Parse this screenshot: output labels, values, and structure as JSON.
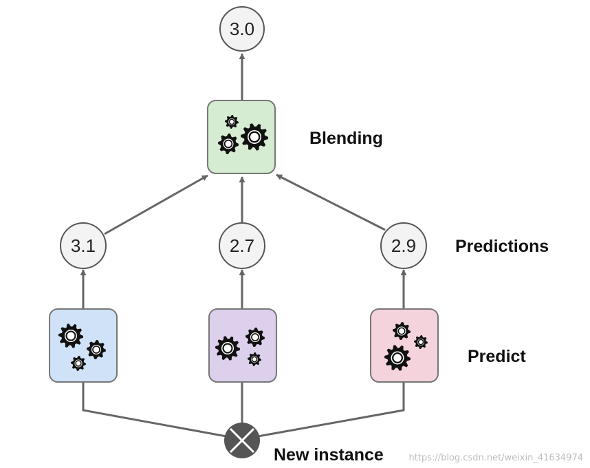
{
  "output": {
    "value": "3.0"
  },
  "blender": {
    "color": "#d6ecd2"
  },
  "predictions": [
    {
      "value": "3.1"
    },
    {
      "value": "2.7"
    },
    {
      "value": "2.9"
    }
  ],
  "predictors": [
    {
      "color": "#cfe2f8"
    },
    {
      "color": "#ddd0ec"
    },
    {
      "color": "#f5d3dc"
    }
  ],
  "labels": {
    "blending": "Blending",
    "predictions": "Predictions",
    "predict": "Predict",
    "new_instance": "New instance"
  },
  "watermark": "https://blog.csdn.net/weixin_41634974",
  "colors": {
    "edge": "#666666",
    "circle_fill": "#f3f3f3",
    "circle_stroke": "#555555",
    "box_stroke": "#777777",
    "gear": "#111111",
    "input_node": "#555555"
  },
  "icons": {
    "gear": "gear-icon",
    "input": "cross-circle-icon"
  }
}
